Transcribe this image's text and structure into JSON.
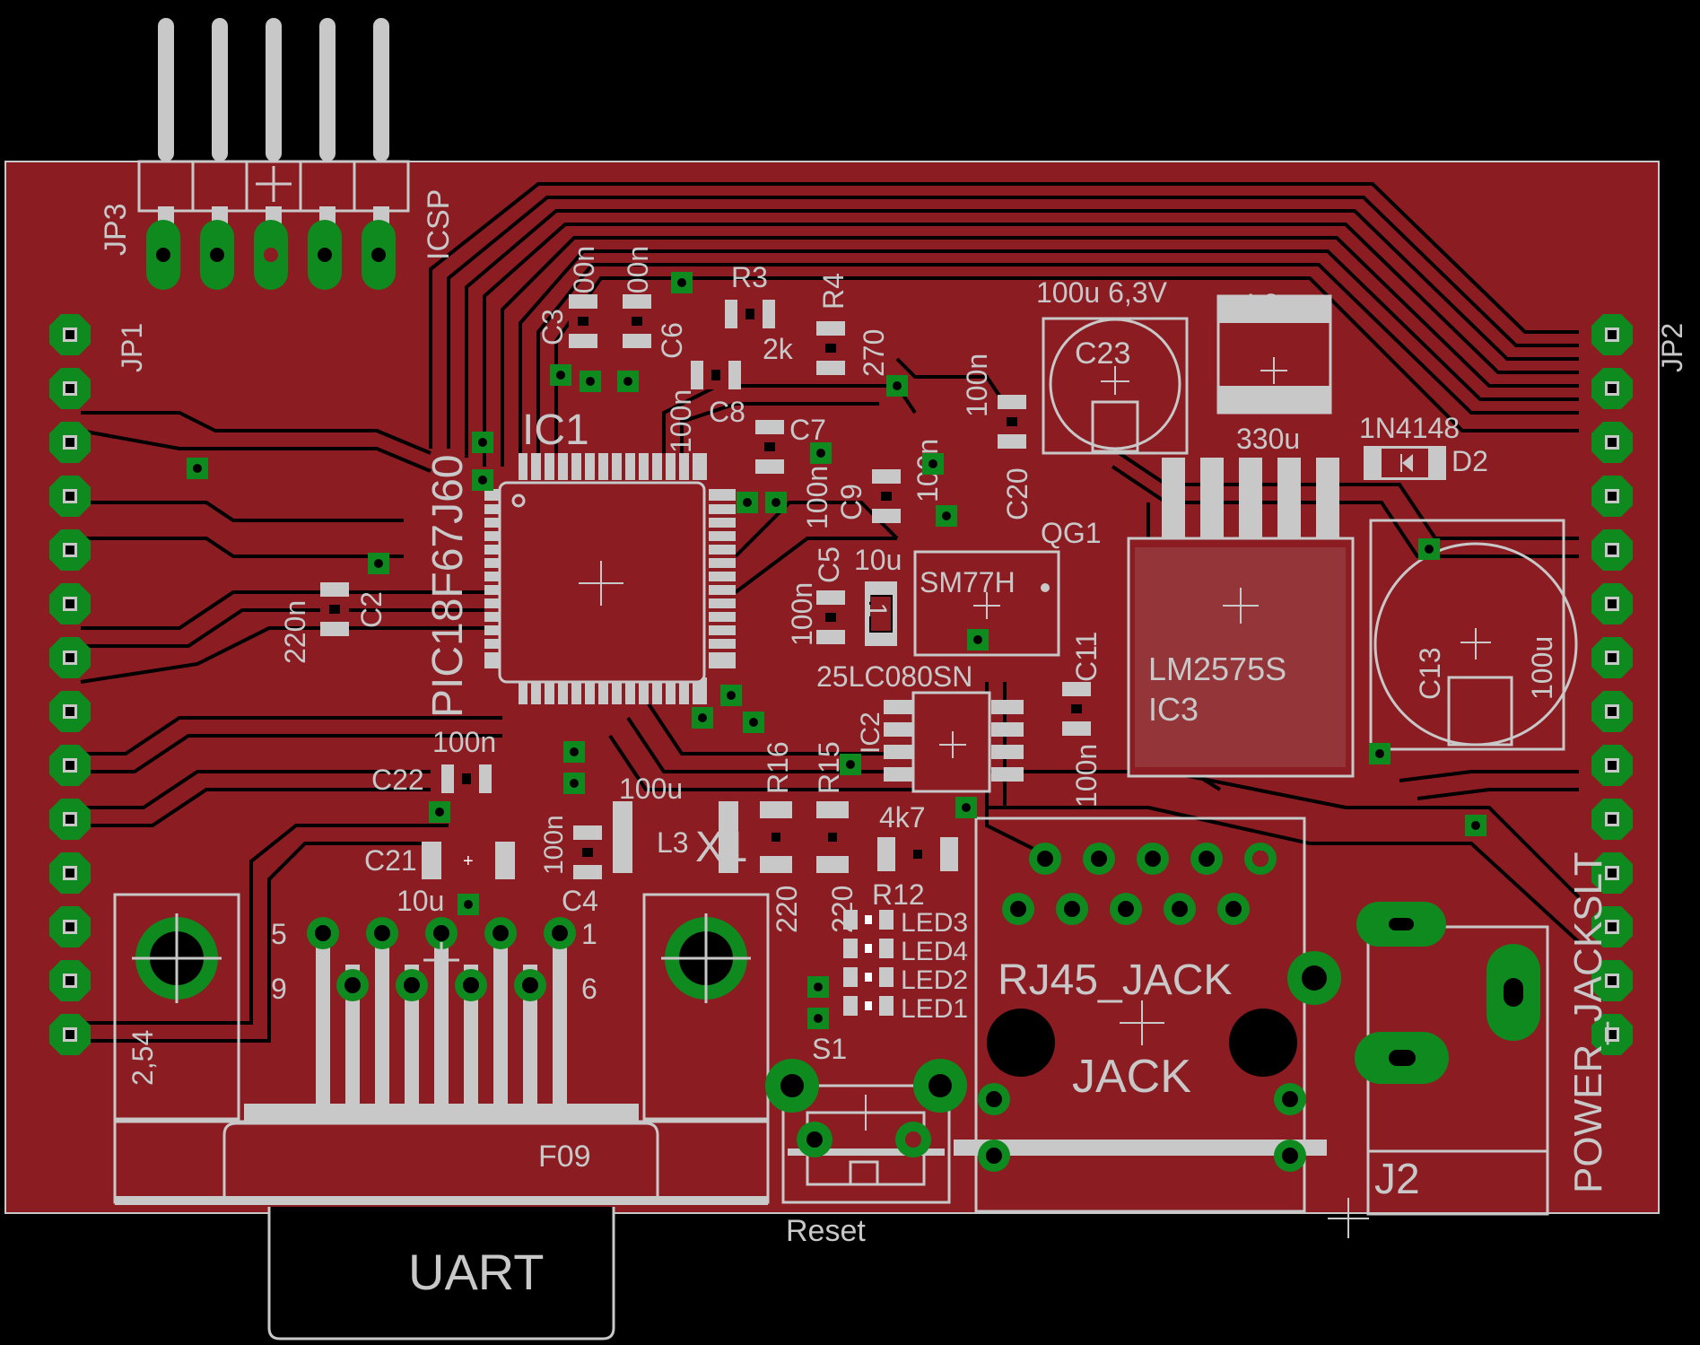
{
  "colors": {
    "background": "#000000",
    "copper": "#8b1c22",
    "silkscreen": "#c8c8c8",
    "via": "#0f8a1f",
    "drill": "#000000"
  },
  "connectors": {
    "jp3_label": "JP3",
    "icsp_label": "ICSP",
    "jp1_label": "JP1",
    "jp2_label": "JP2",
    "uart_label": "UART",
    "f09_label": "F09",
    "pin5": "5",
    "pin1": "1",
    "pin9": "9",
    "pin6": "6",
    "pitch": "2,54",
    "reset_label": "Reset",
    "s1_label": "S1",
    "rj45_label": "RJ45_JACK",
    "jack_label": "JACK",
    "j2_label": "J2",
    "power_jack_label": "POWER_JACKSLT"
  },
  "ics": {
    "ic1_name": "IC1",
    "ic1_part": "PIC18F67J60",
    "ic2_name": "IC2",
    "ic2_part": "25LC080SN",
    "ic3_name": "IC3",
    "ic3_part": "LM2575S",
    "qg1_name": "QG1",
    "qg1_part": "SM77H",
    "x1_name": "X1"
  },
  "passives": {
    "c3": "C3",
    "c3_val": "100n",
    "c6": "C6",
    "c6_val": "100n",
    "r3": "R3",
    "r3_val": "2k",
    "r4": "R4",
    "r4_val": "270",
    "c8": "C8",
    "c8_val": "100n",
    "c7": "C7",
    "c9": "C9",
    "c9_val": "100n",
    "c5": "C5",
    "c5_val": "100n",
    "c10_val": "100n",
    "c20": "C20",
    "c20_val": "100n",
    "c23": "C23",
    "c23_val": "100u 6,3V",
    "l2": "L2",
    "l2_val": "330u",
    "d2": "D2",
    "d2_val": "1N4148",
    "c13": "C13",
    "c13_val": "100u",
    "c2": "C2",
    "c2_val": "220n",
    "l1": "L1",
    "l1_val": "10u",
    "c11": "C11",
    "c11_val": "100n",
    "c22": "C22",
    "c22_val": "100n",
    "c21": "C21",
    "c21_val": "10u",
    "c4": "C4",
    "c4_val": "100n",
    "l3": "L3",
    "l3_val": "100u",
    "r16": "R16",
    "r16_val": "220",
    "r15": "R15",
    "r15_val": "220",
    "r12": "R12",
    "r12_val": "4k7",
    "led3": "LED3",
    "led4": "LED4",
    "led2": "LED2",
    "led1": "LED1"
  }
}
